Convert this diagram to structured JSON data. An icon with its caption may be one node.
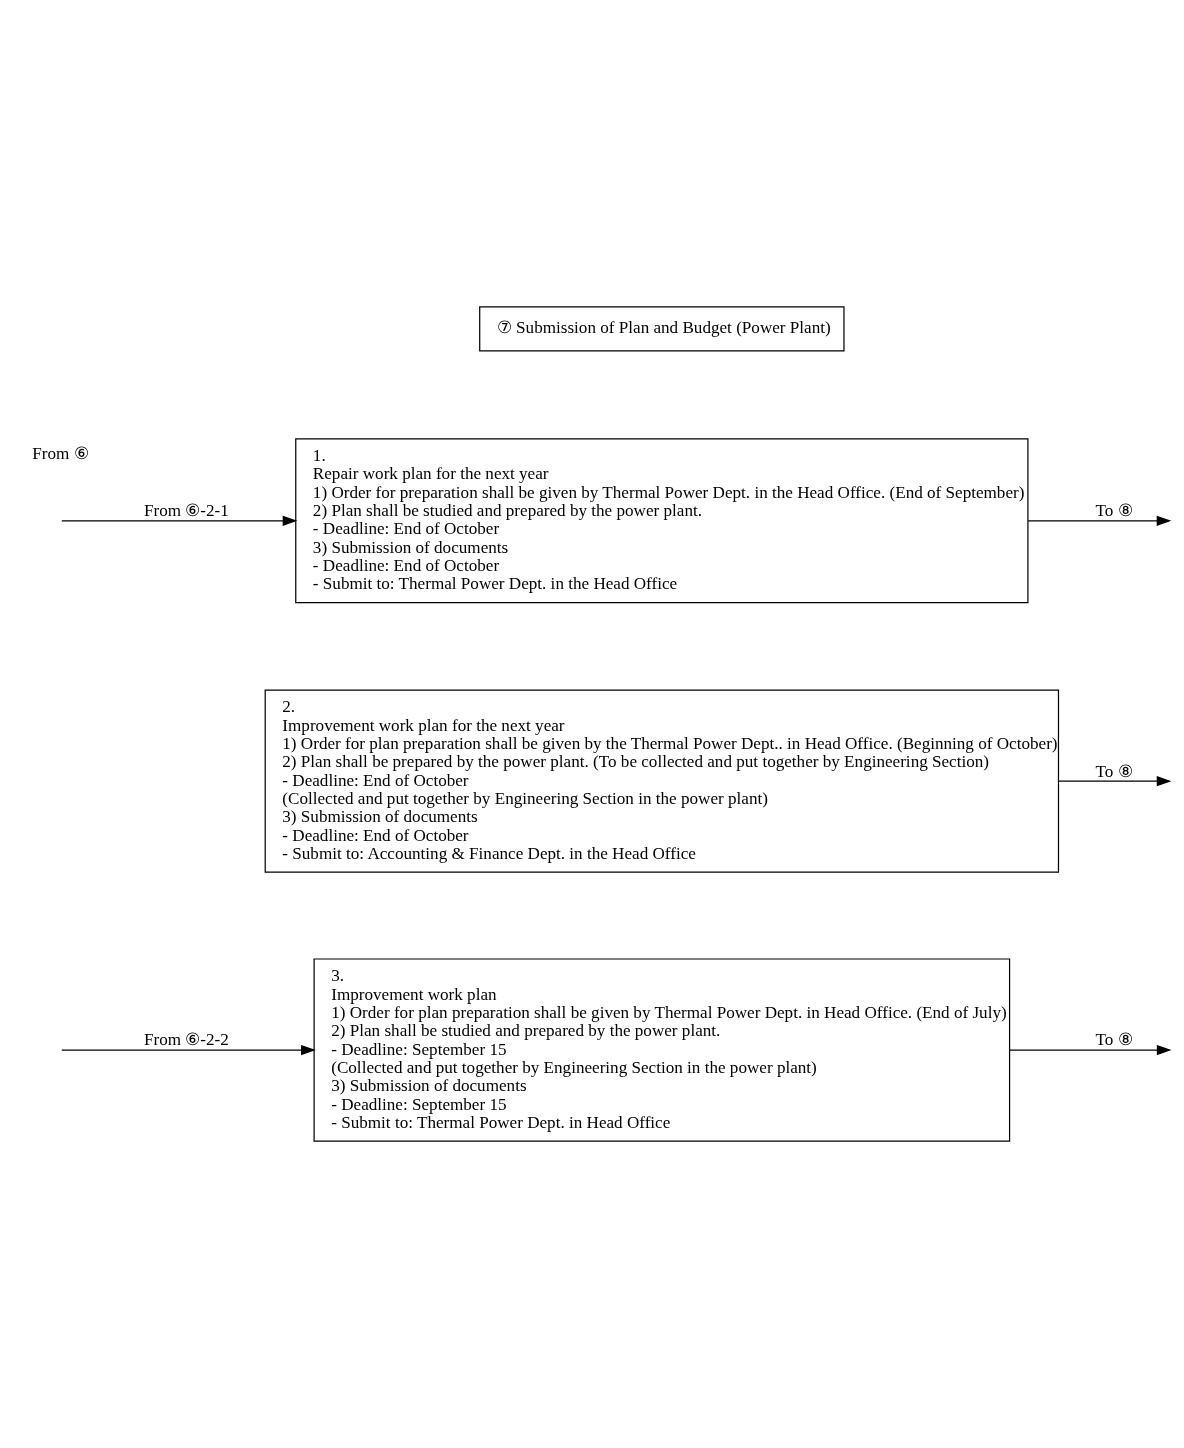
{
  "diagram": {
    "nodes": [
      {
        "text": [
          "⑦ Submission of Plan and Budget (Power Plant)"
        ]
      },
      {
        "text": [
          "1.",
          "Repair work plan for the next year",
          "1) Order for preparation shall be given by Thermal Power Dept. in the Head Office. (End of September)",
          "2) Plan shall be studied and prepared by the power plant.",
          "- Deadline: End of October",
          "3) Submission of documents",
          "- Deadline: End of October",
          "- Submit to: Thermal Power Dept. in the Head Office"
        ]
      },
      {
        "text": [
          "2.",
          "Improvement work plan for the next year",
          "1) Order for plan preparation shall be given by the Thermal Power Dept.. in Head Office. (Beginning of October)",
          "2) Plan shall be prepared by the power plant. (To be collected and put together by Engineering Section)",
          "- Deadline: End of October",
          "(Collected and put together by Engineering Section in the power plant)",
          "3) Submission of documents",
          "- Deadline: End of October",
          "- Submit to: Accounting & Finance Dept. in the Head Office"
        ]
      },
      {
        "text": [
          "3.",
          "Improvement work plan",
          "1) Order for plan preparation shall be given by Thermal Power Dept. in Head Office. (End of July)",
          "2) Plan shall be studied and prepared by the power plant.",
          "- Deadline: September 15",
          "(Collected and put together by Engineering Section in the power plant)",
          "3) Submission of documents",
          "- Deadline: September 15",
          "- Submit to: Thermal Power Dept. in Head Office"
        ]
      }
    ],
    "edges": [
      {
        "from": null,
        "to": 1,
        "arrow": "to",
        "label": "From ⑥-2-1"
      },
      {
        "from": 1,
        "to": null,
        "arrow": "to",
        "label": "To ⑧"
      },
      {
        "from": 2,
        "to": null,
        "arrow": "to",
        "label": "To ⑧"
      },
      {
        "from": null,
        "to": 3,
        "arrow": "to",
        "label": "From ⑥-2-2"
      },
      {
        "from": 3,
        "to": null,
        "arrow": "to",
        "label": "To ⑧"
      }
    ],
    "labels": [
      "From ⑥"
    ]
  }
}
